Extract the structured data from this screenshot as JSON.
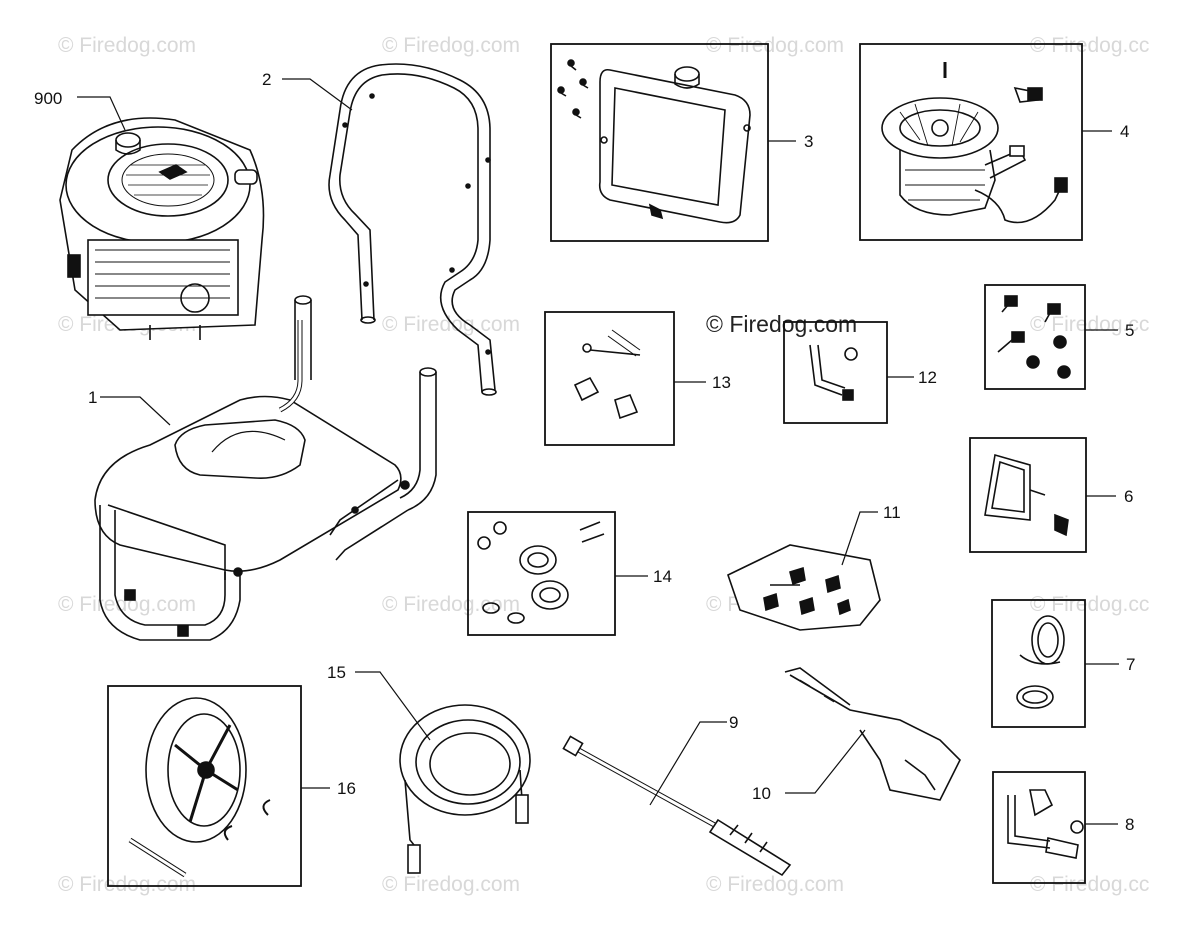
{
  "diagram": {
    "watermark": "© Firedog.com",
    "watermark_edge": "© Firedog.cc",
    "highlighted_watermark": "© Firedog.com",
    "callouts": [
      "900",
      "1",
      "2",
      "3",
      "4",
      "5",
      "6",
      "7",
      "8",
      "9",
      "10",
      "11",
      "12",
      "13",
      "14",
      "15",
      "16"
    ]
  }
}
